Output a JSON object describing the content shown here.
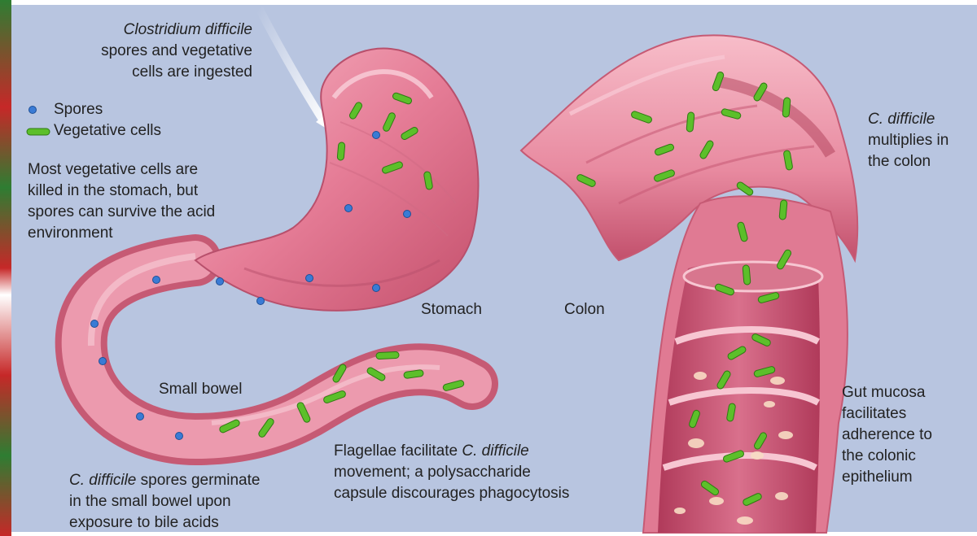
{
  "labels": {
    "ingest": {
      "line1": "Clostridium difficile",
      "line2": "spores and vegetative",
      "line3": "cells are ingested"
    },
    "legend": {
      "spores": "Spores",
      "vegetative": "Vegetative cells"
    },
    "stomach_note": {
      "line1": "Most vegetative cells are",
      "line2": "killed in the stomach, but",
      "line3": "spores can survive the acid",
      "line4": "environment"
    },
    "stomach": "Stomach",
    "colon": "Colon",
    "small_bowel": "Small bowel",
    "multiplies": {
      "line1": "C. difficile",
      "line2": "multiplies in",
      "line3": "the colon"
    },
    "germinate": {
      "line1_italic": "C. difficile",
      "line1_rest": " spores germinate",
      "line2": "in the small bowel upon",
      "line3": "exposure to bile acids"
    },
    "flagellae": {
      "line1_start": "Flagellae facilitate ",
      "line1_italic": "C. difficile",
      "line2": "movement; a polysaccharide",
      "line3": "capsule discourages phagocytosis"
    },
    "mucosa": {
      "line1": "Gut mucosa",
      "line2": "facilitates",
      "line3": "adherence to",
      "line4": "the colonic",
      "line5": "epithelium"
    }
  },
  "colors": {
    "background": "#b8c5e0",
    "tissue": "#e87c95",
    "tissue_dark": "#b4435e",
    "spore": "#3a7bd5",
    "vegetative_cell": "#5cbf2a"
  }
}
